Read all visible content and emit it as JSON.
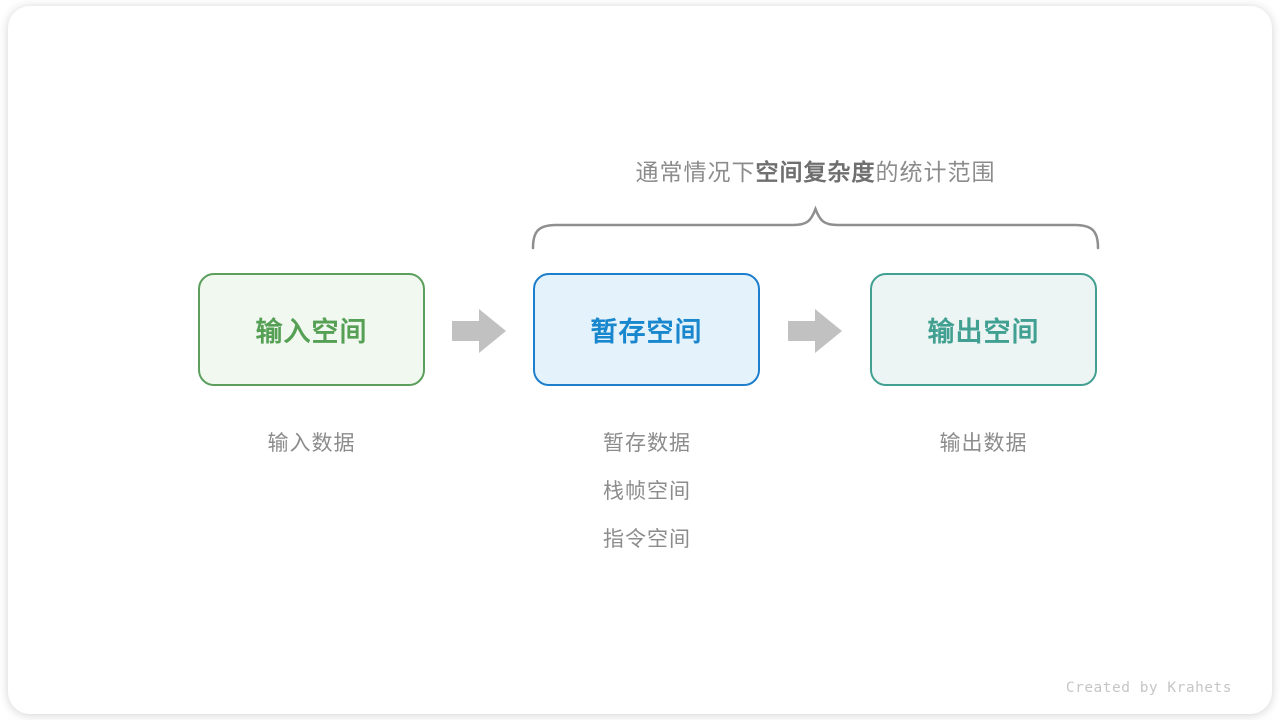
{
  "annotation": {
    "title_prefix": "通常情况下",
    "title_emphasis": "空间复杂度",
    "title_suffix": "的统计范围",
    "title_color": "#8C8C8C",
    "brace_color": "#8F8F8F",
    "brace_span": "temp-space and output-space nodes"
  },
  "flow": {
    "nodes": [
      {
        "id": "input-space",
        "label": "输入空间",
        "border_color": "#5C9E5C",
        "text_color": "#56A056",
        "bg_color": "#F1F8EF"
      },
      {
        "id": "temp-space",
        "label": "暂存空间",
        "border_color": "#1D7ECC",
        "text_color": "#1987CD",
        "bg_color": "#E4F2FC"
      },
      {
        "id": "output-space",
        "label": "输出空间",
        "border_color": "#41A091",
        "text_color": "#41A091",
        "bg_color": "#ECF5F3"
      }
    ],
    "arrow_color": "#C1C1C1"
  },
  "notes": {
    "input": {
      "line1": "输入数据"
    },
    "temp": {
      "line1": "暂存数据",
      "line2": "栈帧空间",
      "line3": "指令空间"
    },
    "output": {
      "line1": "输出数据"
    }
  },
  "credit": "Created by Krahets"
}
